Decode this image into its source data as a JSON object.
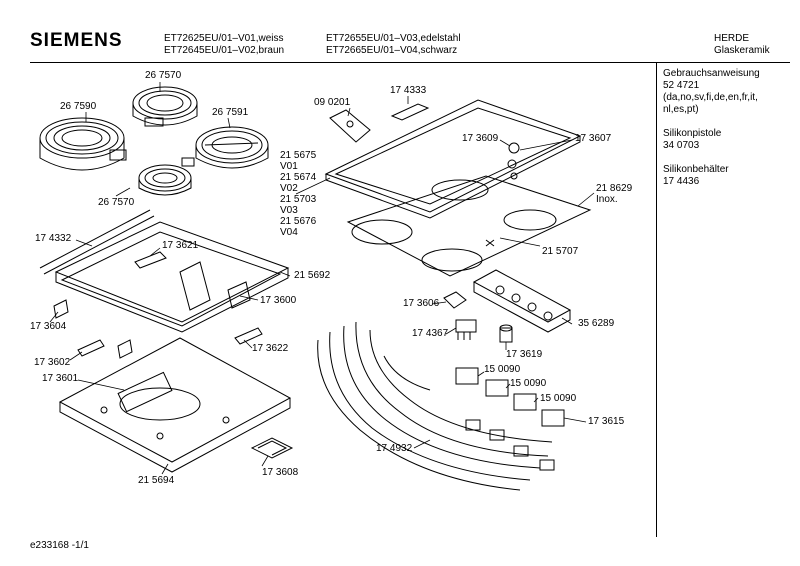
{
  "header": {
    "brand": "SIEMENS",
    "models_col1": [
      "ET72625EU/01–V01,weiss",
      "ET72645EU/01–V02,braun"
    ],
    "models_col2": [
      "ET72655EU/01–V03,edelstahl",
      "ET72665EU/01–V04,schwarz"
    ],
    "maker": [
      "HERDE",
      "Glaskeramik"
    ]
  },
  "sidebar": {
    "items": [
      {
        "name": "Gebrauchsanweisung",
        "code": "52 4721",
        "note1": "(da,no,sv,fi,de,en,fr,it,",
        "note2": "nl,es,pt)"
      },
      {
        "name": "Silikonpistole",
        "code": "34 0703"
      },
      {
        "name": "Silikonbehälter",
        "code": "17 4436"
      }
    ]
  },
  "labels": {
    "p267570a": "26 7570",
    "p267590": "26 7590",
    "p267591": "26 7591",
    "p267570b": "26 7570",
    "p090201": "09 0201",
    "p174333": "17 4333",
    "p173609": "17 3609",
    "p173607": "17 3607",
    "p215675": "21 5675",
    "v01": "V01",
    "p215674": "21 5674",
    "v02": "V02",
    "p215703": "21 5703",
    "v03": "V03",
    "p215676": "21 5676",
    "v04": "V04",
    "p218629": "21 8629",
    "inox": "Inox.",
    "p215707": "21 5707",
    "p174332": "17 4332",
    "p173621": "17 3621",
    "p215692": "21 5692",
    "p173600": "17 3600",
    "p173604": "17 3604",
    "p173622": "17 3622",
    "p173602": "17 3602",
    "p173601": "17 3601",
    "p173608": "17 3608",
    "p215694": "21 5694",
    "p173606": "17 3606",
    "p356289": "35 6289",
    "p174367": "17 4367",
    "p173619": "17 3619",
    "p150090a": "15 0090",
    "p150090b": "15 0090",
    "p150090c": "15 0090",
    "p173615": "17 3615",
    "p174932": "17 4932"
  },
  "footer": {
    "doc_id": "e233168 -1/1"
  }
}
